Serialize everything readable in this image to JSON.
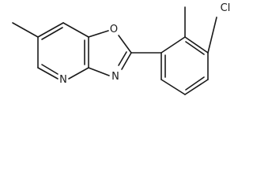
{
  "molecule": {
    "atoms": {
      "oxygen": "O",
      "nitrogen_oxazole": "N",
      "nitrogen_pyridine": "N",
      "chlorine": "Cl"
    }
  }
}
